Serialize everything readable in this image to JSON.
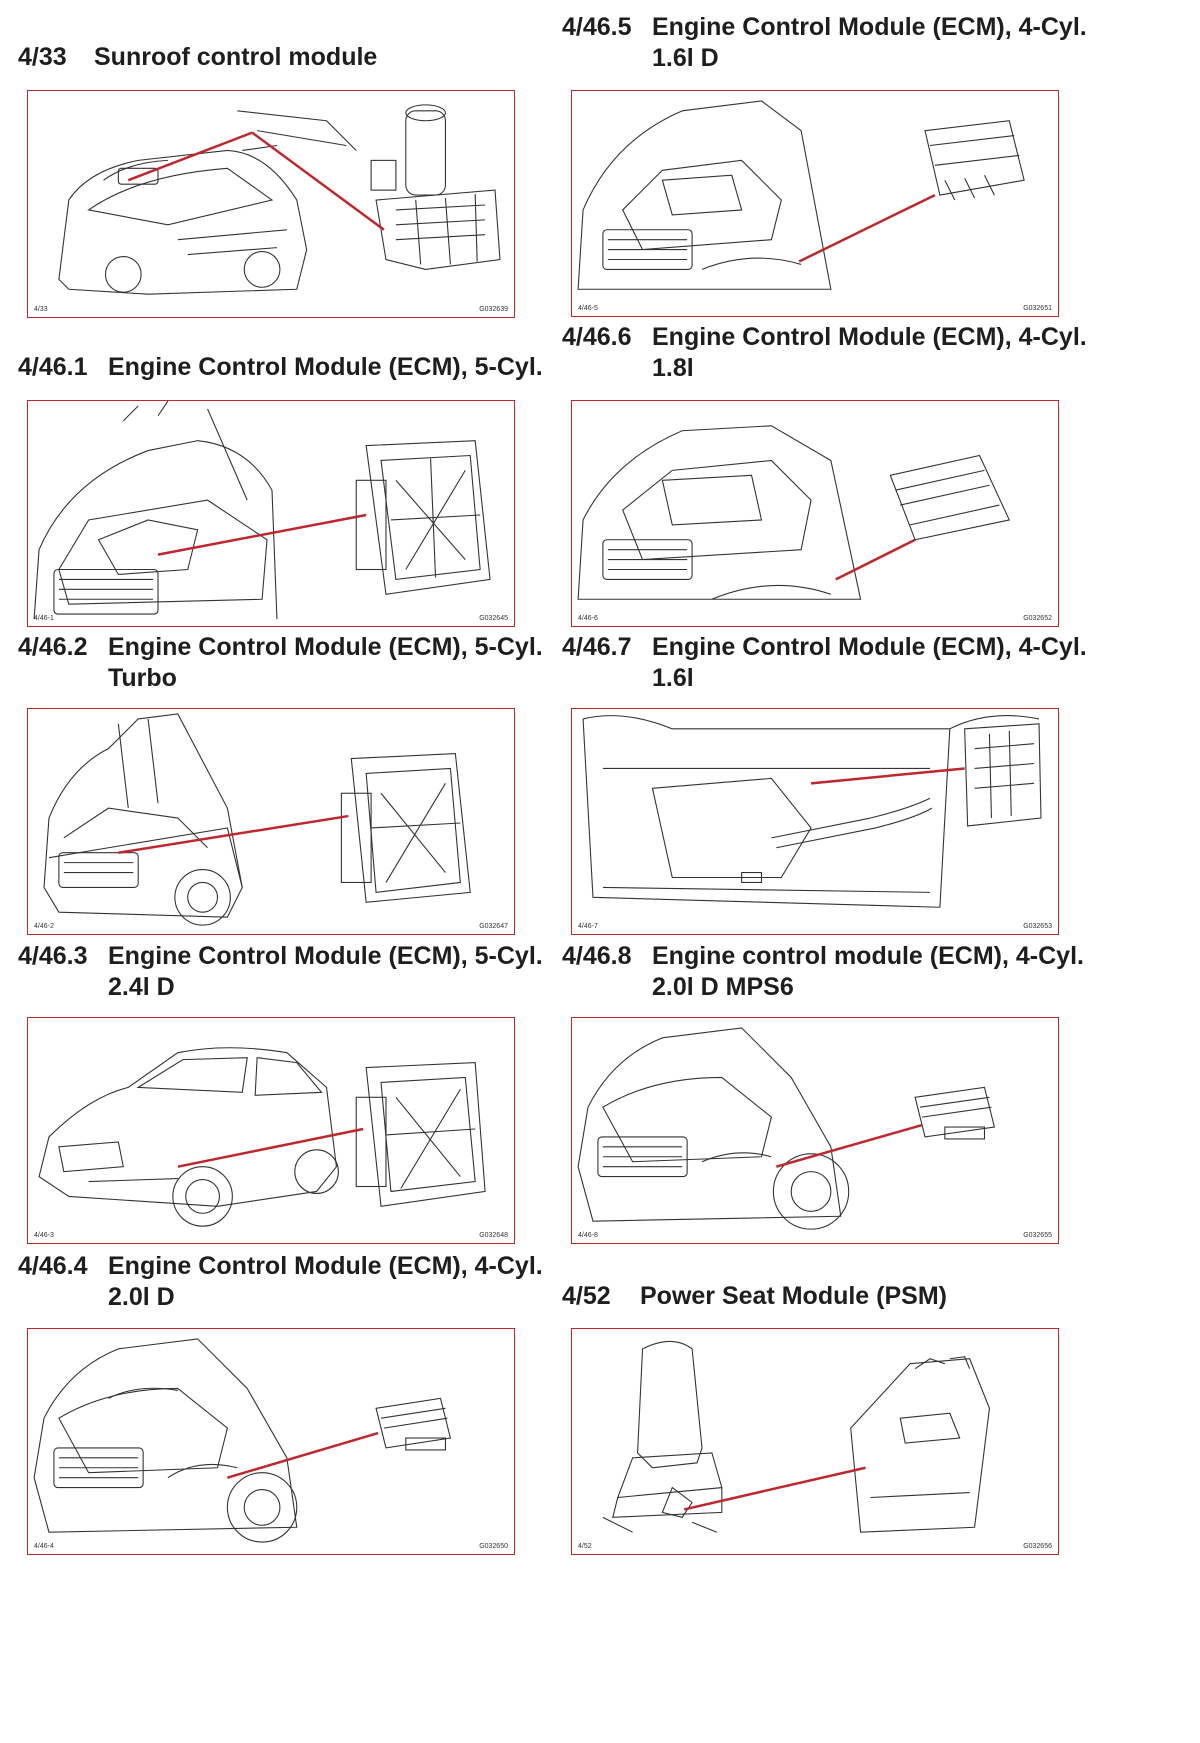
{
  "accent_color": "#c0272d",
  "sections": [
    {
      "id": "s1",
      "number": "4/33",
      "title_lines": [
        "Sunroof control module"
      ],
      "ref_left": "4/33",
      "ref_right": "G032639",
      "illustration": "car-sunroof"
    },
    {
      "id": "s2",
      "number": "4/46.1",
      "title_lines": [
        "Engine Control Module (ECM), 5-Cyl."
      ],
      "ref_left": "4/46-1",
      "ref_right": "G032645",
      "illustration": "engine-bay-ecm"
    },
    {
      "id": "s3",
      "number": "4/46.2",
      "title_lines": [
        "Engine Control Module (ECM), 5-Cyl.",
        "Turbo"
      ],
      "ref_left": "4/46-2",
      "ref_right": "G032647",
      "illustration": "car-front-hood-open-ecm"
    },
    {
      "id": "s4",
      "number": "4/46.3",
      "title_lines": [
        "Engine Control Module (ECM), 5-Cyl.",
        "2.4l D"
      ],
      "ref_left": "4/46-3",
      "ref_right": "G032648",
      "illustration": "sedan-side-ecm"
    },
    {
      "id": "s5",
      "number": "4/46.4",
      "title_lines": [
        "Engine Control Module (ECM), 4-Cyl.",
        "2.0l D"
      ],
      "ref_left": "4/46-4",
      "ref_right": "G032650",
      "illustration": "car-front-wheel-ecm"
    },
    {
      "id": "s6",
      "number": "4/46.5",
      "title_lines": [
        "Engine Control Module (ECM), 4-Cyl.",
        "1.6l D"
      ],
      "ref_left": "4/46-5",
      "ref_right": "G032651",
      "illustration": "engine-bay-ecm-small"
    },
    {
      "id": "s7",
      "number": "4/46.6",
      "title_lines": [
        "Engine Control Module (ECM), 4-Cyl.",
        "1.8l"
      ],
      "ref_left": "4/46-6",
      "ref_right": "G032652",
      "illustration": "engine-bay-ecm-small"
    },
    {
      "id": "s8",
      "number": "4/46.7",
      "title_lines": [
        "Engine Control Module (ECM), 4-Cyl.",
        "1.6l"
      ],
      "ref_left": "4/46-7",
      "ref_right": "G032653",
      "illustration": "engine-bay-top-ecm"
    },
    {
      "id": "s9",
      "number": "4/46.8",
      "title_lines": [
        "Engine control module (ECM), 4-Cyl.",
        "2.0l D MPS6"
      ],
      "ref_left": "4/46-8",
      "ref_right": "G032655",
      "illustration": "car-front-wheel-ecm"
    },
    {
      "id": "s10",
      "number": "4/52",
      "title_lines": [
        "Power Seat Module (PSM)"
      ],
      "ref_left": "4/52",
      "ref_right": "G032656",
      "illustration": "seat-psm"
    }
  ]
}
